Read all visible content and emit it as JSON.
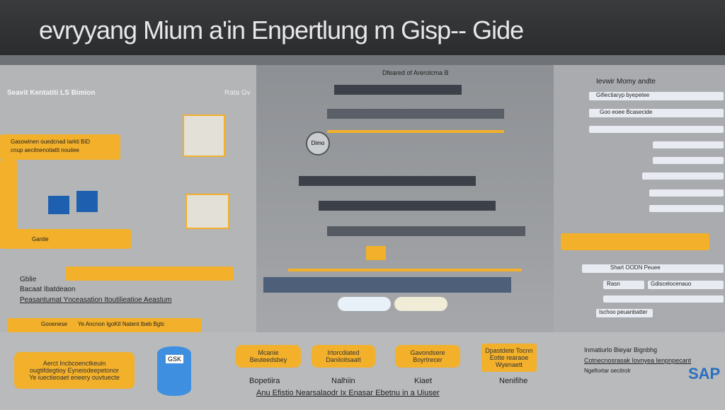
{
  "header": {
    "title": "evryyang Mium a'in Enpertlung m Gisp-- Gide"
  },
  "left": {
    "heading": "Seavit Kentatiti LS Bimion",
    "arrow_label_1": "Gasowinen ouedcnad Iarkti BiD",
    "arrow_label_2": "cnup aecitnenotiatti nouiiee",
    "arrow_label_3": "Gantle",
    "bullets": [
      "Gblie",
      "Bacaat Ibatdeaon",
      "Peasantumat Ynceasation Itoutilieatioe Aeastum"
    ],
    "bottom_arrow_label_1": "Gooenese",
    "bottom_arrow_label_2": "Ye Ancnon IgoKtl Natent Ibeb Bgtc"
  },
  "middle": {
    "heading": "Dfeared of Arerolcma B",
    "label": "Rata Gv",
    "node": "Dimo",
    "boxes": [
      "Mcanie Beuteedsbey",
      "Irtorcdiated Daniloitsaatt",
      "Gavondsere Boyrtrecer",
      "Dpastdete Tocnn Eotte rearaoe Wyenaett"
    ],
    "box_captions": [
      "Bopetiira",
      "Nalhiin",
      "Kiaet",
      "Nenifihe"
    ],
    "footer": "Anu Efistio Nearsalaodr Ix Enasar Ebetnu in a Uiuser"
  },
  "right": {
    "heading": "Ievwir Momy andte",
    "items": [
      "Gifiectiaryp byepetee",
      "Goo eoee Bcasecide",
      "Shart OODN Peuee",
      "Rasn",
      "Gdiscelocenauo",
      "Ischoo peuanbatter"
    ],
    "bullets": [
      "Inmatiurlo Bieyar Bignbhg",
      "Cotnecnosrasak Iovnyea Ienpnpecant",
      "Ngefiortar oecitrolr"
    ],
    "logo": "SAP"
  },
  "db_label": "GSK",
  "bottom_left_box": [
    "Aerct Incbcoenctkeuin",
    "ougtifdegtioy Eyneisdeepetonor",
    "Ye iuectieoaet eneery ouvtuecte"
  ],
  "colors": {
    "accent": "#f2b02b",
    "header": "#2f3032",
    "blue": "#1f5fb0"
  }
}
